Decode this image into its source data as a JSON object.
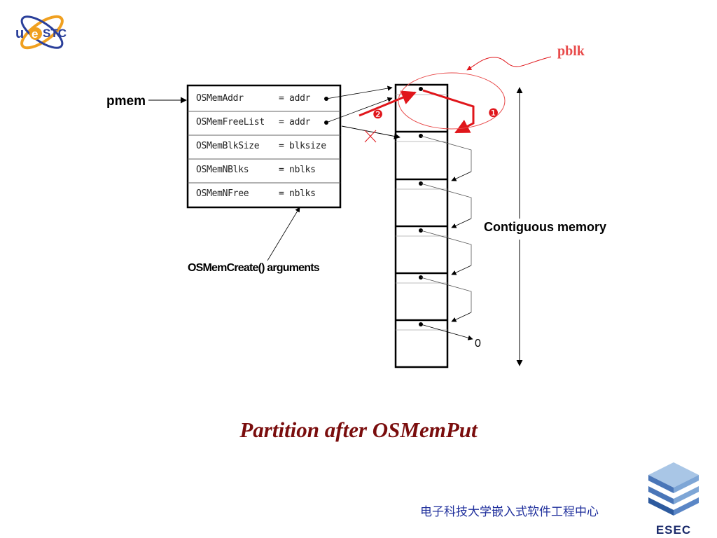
{
  "logo_top": {
    "text": "uestc"
  },
  "logo_bottom": {
    "caption": "ESEC"
  },
  "labels": {
    "pmem": "pmem",
    "pblk": "pblk",
    "contiguous": "Contiguous memory",
    "args": "OSMemCreate() arguments",
    "zero": "0",
    "step1": "❶",
    "step2": "❷"
  },
  "fields": [
    {
      "name": "OSMemAddr",
      "value": "= addr"
    },
    {
      "name": "OSMemFreeList",
      "value": "= addr"
    },
    {
      "name": "OSMemBlkSize",
      "value": "= blksize"
    },
    {
      "name": "OSMemNBlks",
      "value": "= nblks"
    },
    {
      "name": "OSMemNFree",
      "value": "= nblks"
    }
  ],
  "title": "Partition after OSMemPut",
  "footer": "电子科技大学嵌入式软件工程中心",
  "colors": {
    "title": "#7a0d0d",
    "accent": "#e0161b",
    "footer": "#1f2f9c",
    "pblk": "#e84b4b"
  }
}
